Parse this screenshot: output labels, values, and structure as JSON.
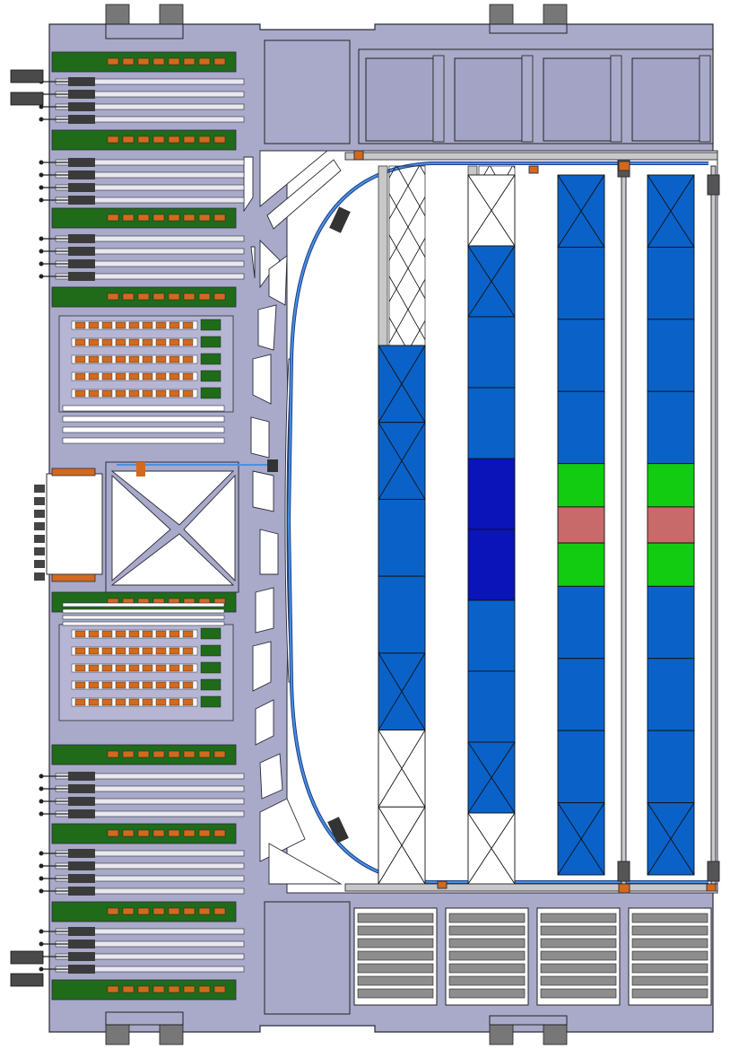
{
  "colors": {
    "frame": "#a9a9c9",
    "frame_stroke": "#2b2b3a",
    "cutout": "#ffffff",
    "pcb_green": "#1f6b1a",
    "connector_orange": "#d2691e",
    "panel_blue": "#0a62c8",
    "panel_dark_blue": "#0a14b8",
    "panel_green": "#12cc12",
    "panel_pink": "#c96a6a",
    "cable_blue": "#2a6fd0",
    "module_grey": "#8d8d8d",
    "rail_grey": "#c8c8c8"
  },
  "components": {
    "top_mount_brackets": 2,
    "bottom_mount_brackets": 2,
    "left_card_rows": 9,
    "sensor_columns": 4,
    "top_electronics_boxes": 4,
    "bottom_module_stacks": 4
  },
  "sensor_columns": [
    {
      "name": "column-1",
      "segments": [
        "cross",
        "cross",
        "blue",
        "blue",
        "cross",
        "white-cross",
        "white-cross"
      ]
    },
    {
      "name": "column-2",
      "segments": [
        "white-cross",
        "cross",
        "blue",
        "blue",
        "dark-blue",
        "dark-blue",
        "blue",
        "blue",
        "cross",
        "white-cross"
      ]
    },
    {
      "name": "column-3",
      "segments": [
        "cross",
        "blue",
        "blue",
        "blue",
        "green",
        "pink",
        "green",
        "blue",
        "blue",
        "blue",
        "cross"
      ]
    },
    {
      "name": "column-4",
      "segments": [
        "cross",
        "blue",
        "blue",
        "blue",
        "green",
        "pink",
        "green",
        "blue",
        "blue",
        "blue",
        "cross"
      ]
    }
  ]
}
